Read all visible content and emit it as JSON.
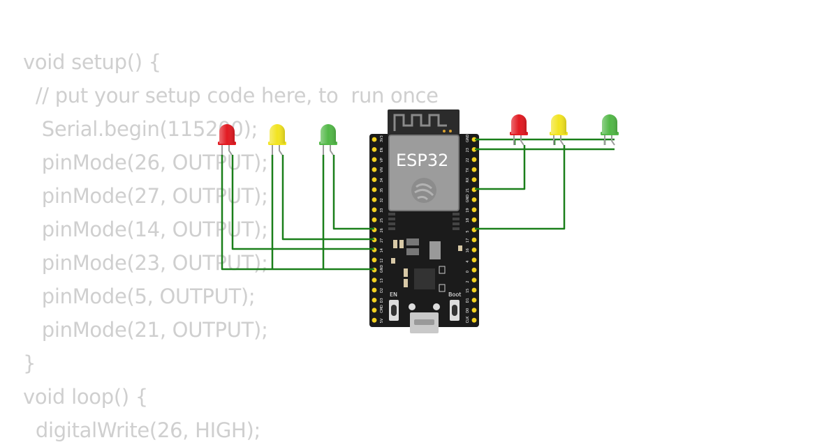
{
  "code": {
    "lines": [
      "void setup() {",
      "  // put your setup code here, to  run once",
      "   Serial.begin(115200);",
      "   pinMode(26, OUTPUT);",
      "   pinMode(27, OUTPUT);",
      "   pinMode(14, OUTPUT);",
      "   pinMode(23, OUTPUT);",
      "   pinMode(5, OUTPUT);",
      "   pinMode(21, OUTPUT);",
      "}",
      "void loop() {",
      "  digitalWrite(26, HIGH);"
    ]
  },
  "board": {
    "chip_label": "ESP32",
    "en_label": "EN",
    "boot_label": "Boot",
    "left_pins": [
      "3V3",
      "EN",
      "VP",
      "VN",
      "34",
      "35",
      "32",
      "33",
      "25",
      "26",
      "27",
      "14",
      "12",
      "GND",
      "13",
      "D2",
      "D3",
      "CMD",
      "5V"
    ],
    "right_pins": [
      "GND",
      "23",
      "22",
      "TX",
      "RX",
      "21",
      "GND",
      "19",
      "18",
      "5",
      "17",
      "16",
      "4",
      "0",
      "2",
      "15",
      "D1",
      "D0",
      "CLK"
    ]
  },
  "leds": {
    "left": [
      "red",
      "yellow",
      "green"
    ],
    "right": [
      "red",
      "yellow",
      "green"
    ]
  },
  "colors": {
    "wire": "#1a7f1a",
    "pcb": "#1b1b1b",
    "pin": "#f4d21f",
    "module": "#9c9c9c",
    "code_text": "#cfcfcf",
    "led_red": "#e21b22",
    "led_yellow": "#f2e421",
    "led_green": "#53b848"
  }
}
